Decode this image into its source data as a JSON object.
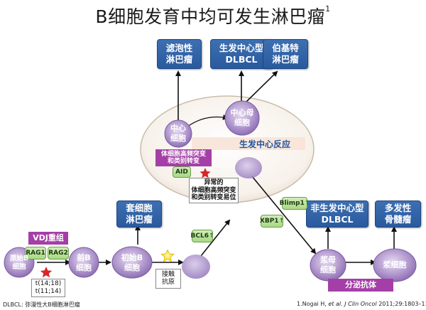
{
  "title": {
    "text": "B细胞发育中均可发生淋巴瘤",
    "sup": "1"
  },
  "top_boxes": {
    "diffuse": "滤泡性\n淋巴瘤",
    "gcb": "生发中心型\nDLBCL",
    "burkitt": "伯基特\n淋巴瘤"
  },
  "germinal_center": {
    "label": "生发中心反应",
    "centroblast": "中心母\n细胞",
    "centrocyte": "中心\n细胞",
    "shm_label": "体细胞高频突变\n和类别转变",
    "aid_label": "AID",
    "abnormal_label": "异常的\n体细胞高频突变\n和类别转变易位"
  },
  "mantle": "套细胞\n淋巴瘤",
  "non_gcb": "非生发中心型\nDLBCL",
  "myeloma": "多发性\n骨髓瘤",
  "vdj": {
    "label": "VDJ重组",
    "rag1": "RAG1",
    "rag2": "RAG2",
    "translocation": "t(14;18)\nt(11;14)"
  },
  "cells": {
    "pro_b": "原始B\n细胞",
    "pre_b": "前B\n细胞",
    "naive_b": "初始B\n细胞",
    "plasmablast": "浆母\n细胞",
    "plasma": "浆细胞"
  },
  "factors": {
    "bcl6": "BCL6",
    "blimp": "Blimp1",
    "xbp": "XBP1"
  },
  "antigen": "接触\n抗原",
  "secretion": "分泌抗体",
  "footnotes": {
    "abbr": "DLBCL: 弥漫性大B细胞淋巴瘤",
    "ref_author": "1.Nogai H,",
    "ref_etal": "et al.",
    "ref_journal": "J Clin Oncol",
    "ref_detail": "2011;29:1803–11."
  },
  "colors": {
    "blue_box": "#2f62a8",
    "magenta": "#a43fa7",
    "cell_purple": "#a98bc6",
    "arrow": "#111111",
    "gc_fill": "#f7f1ea"
  }
}
